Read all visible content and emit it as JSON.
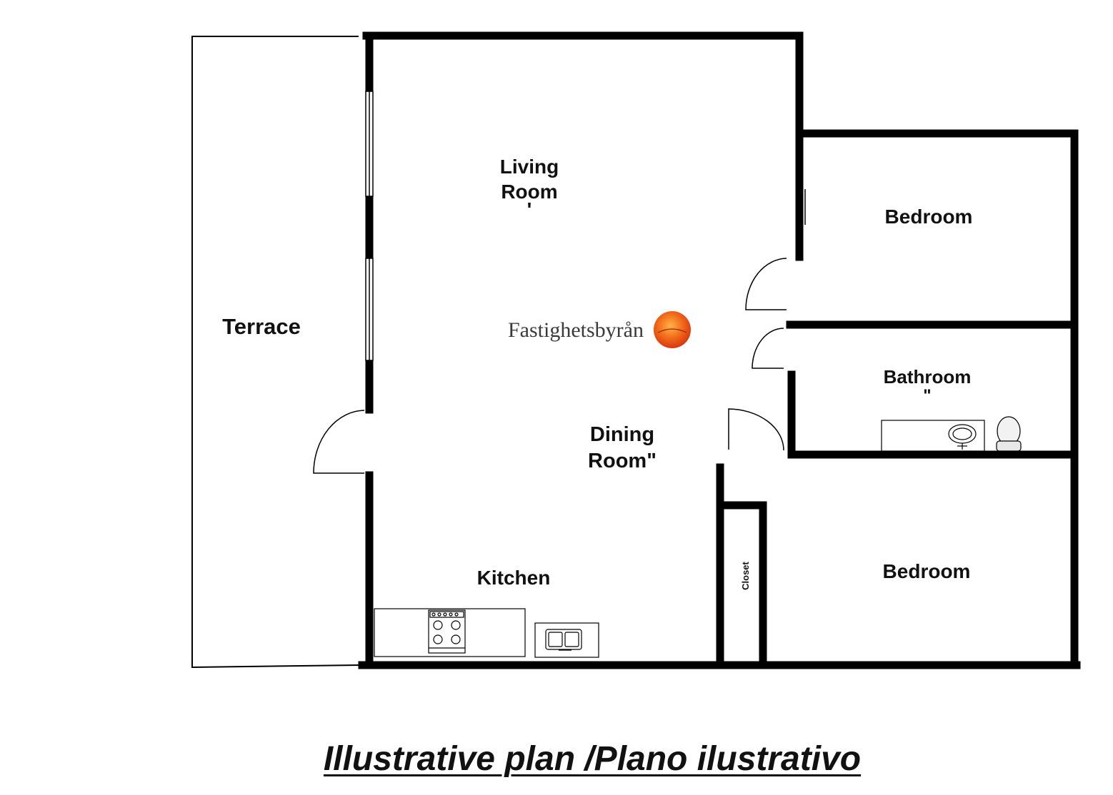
{
  "plan": {
    "rooms": {
      "terrace": "Terrace",
      "living_room_line1": "Living",
      "living_room_line2": "Room",
      "living_room_mark": "'",
      "dining_room_line1": "Dining",
      "dining_room_line2": "Room\"",
      "kitchen": "Kitchen",
      "bedroom_top": "Bedroom",
      "bathroom": "Bathroom",
      "bathroom_mark": "\"",
      "bedroom_bottom": "Bedroom",
      "closet": "Closet"
    },
    "logo": {
      "text": "Fastighetsbyrån",
      "color": "#e8501a"
    },
    "colors": {
      "wall": "#000000",
      "background": "#ffffff"
    }
  },
  "caption": "Illustrative plan /Plano ilustrativo"
}
